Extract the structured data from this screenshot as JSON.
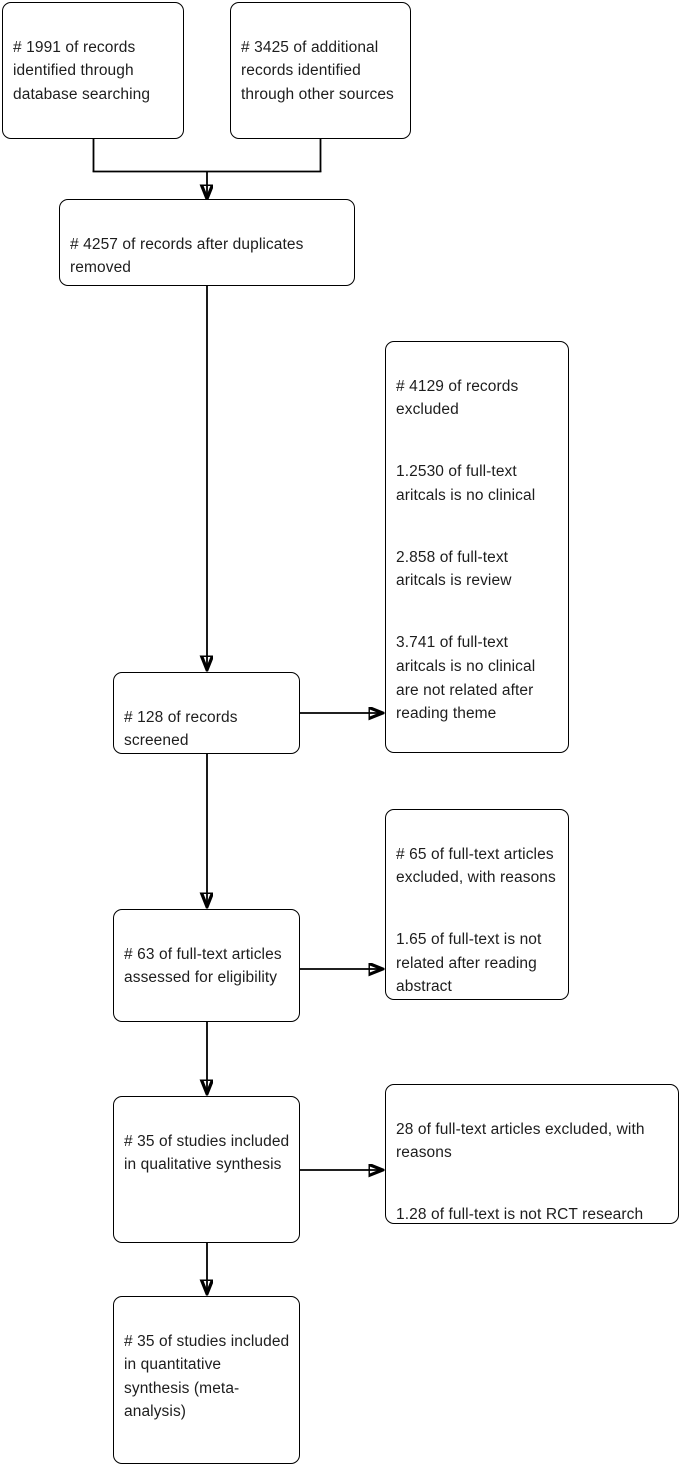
{
  "diagram": {
    "title": "PRISMA study selection flow diagram",
    "type": "flowchart",
    "stroke_color": "#000000",
    "fill_color": "#ffffff",
    "text_color": "#1d1d1d",
    "nodes": {
      "database_records": {
        "name": "identification-database-records",
        "text": "# 1991 of records identified through database searching"
      },
      "other_records": {
        "name": "identification-other-sources",
        "text": "# 3425 of additional records identified through other sources"
      },
      "duplicates_removed": {
        "name": "records-after-duplicates-removed",
        "text": "# 4257 of records after duplicates removed"
      },
      "records_screened": {
        "name": "records-screened",
        "text": "# 128 of records screened"
      },
      "records_excluded": {
        "name": "records-excluded",
        "paragraphs": [
          "# 4129 of records excluded",
          "1.2530 of full-text aritcals is no clinical",
          "2.858 of full-text aritcals is review",
          "3.741 of full-text aritcals is no clinical are not related after reading theme"
        ]
      },
      "fulltext_assessed": {
        "name": "full-text-articles-assessed",
        "text": "# 63 of full-text articles assessed for eligibility"
      },
      "fulltext_excluded": {
        "name": "full-text-articles-excluded",
        "paragraphs": [
          "# 65 of full-text articles excluded, with reasons",
          "1.65 of full-text is not related after reading abstract"
        ]
      },
      "qualitative_synthesis": {
        "name": "studies-included-qualitative",
        "text": "# 35 of studies included in qualitative synthesis"
      },
      "qualitative_excluded": {
        "name": "qualitative-excluded-reasons",
        "paragraphs": [
          "28 of full-text articles excluded, with reasons",
          "1.28 of full-text is not RCT research"
        ]
      },
      "quantitative_synthesis": {
        "name": "studies-included-quantitative",
        "text": "# 35 of studies included in quantitative synthesis (meta-analysis)"
      }
    },
    "counts": {
      "database_searching": 1991,
      "other_sources": 3425,
      "after_duplicates": 4257,
      "screened": 128,
      "records_excluded": 4129,
      "excluded_not_clinical": 2530,
      "excluded_review": 858,
      "excluded_theme_unrelated": 741,
      "fulltext_assessed": 63,
      "fulltext_excluded": 65,
      "fulltext_not_related_abstract": 65,
      "qualitative_included": 35,
      "qualitative_excluded": 28,
      "not_rct_research": 28,
      "quantitative_included": 35
    }
  }
}
